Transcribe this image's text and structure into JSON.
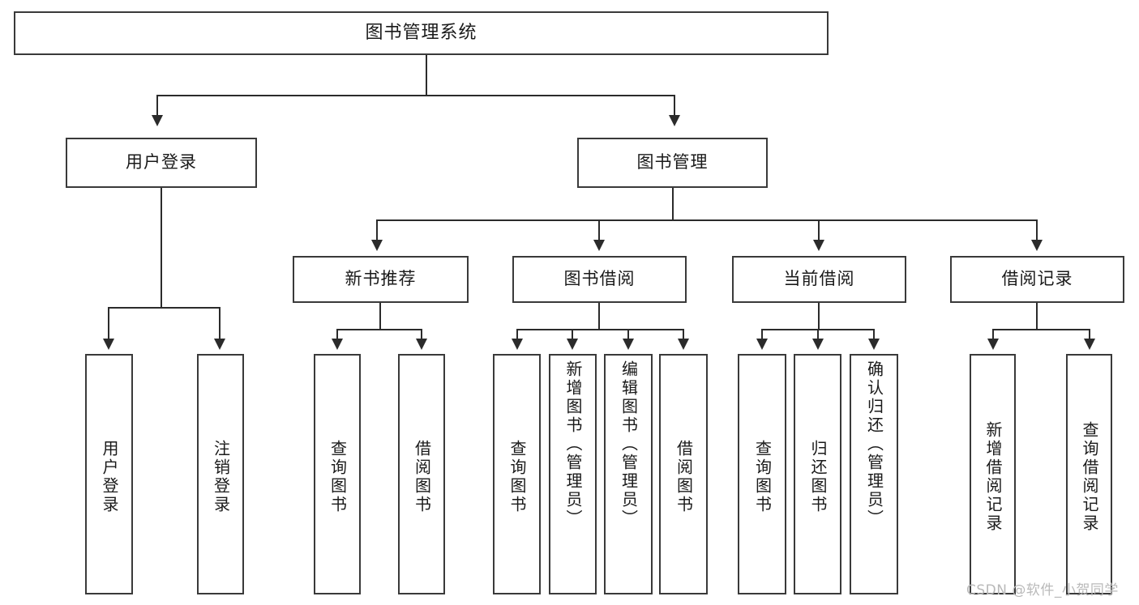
{
  "diagram": {
    "type": "tree-hierarchy",
    "title": "图书管理系统",
    "root": {
      "label": "图书管理系统"
    },
    "level2": [
      {
        "label": "用户登录"
      },
      {
        "label": "图书管理"
      }
    ],
    "level3": [
      {
        "label": "新书推荐"
      },
      {
        "label": "图书借阅"
      },
      {
        "label": "当前借阅"
      },
      {
        "label": "借阅记录"
      }
    ],
    "leaves": {
      "user_login": [
        {
          "label": "用户登录"
        },
        {
          "label": "注销登录"
        }
      ],
      "new_book_recommend": [
        {
          "label": "查询图书"
        },
        {
          "label": "借阅图书"
        }
      ],
      "book_borrow": [
        {
          "label": "查询图书"
        },
        {
          "label": "新增图书（管理员）"
        },
        {
          "label": "编辑图书（管理员）"
        },
        {
          "label": "借阅图书"
        }
      ],
      "current_borrow": [
        {
          "label": "查询图书"
        },
        {
          "label": "归还图书"
        },
        {
          "label": "确认归还（管理员）"
        }
      ],
      "borrow_record": [
        {
          "label": "新增借阅记录"
        },
        {
          "label": "查询借阅记录"
        }
      ]
    }
  },
  "watermark": {
    "text": "CSDN @软件_小贺同学"
  },
  "colors": {
    "box_border": "#3a3a3a",
    "line": "#2b2b2b",
    "background": "#ffffff",
    "text": "#1a1a1a",
    "watermark": "#b9b9b9"
  }
}
